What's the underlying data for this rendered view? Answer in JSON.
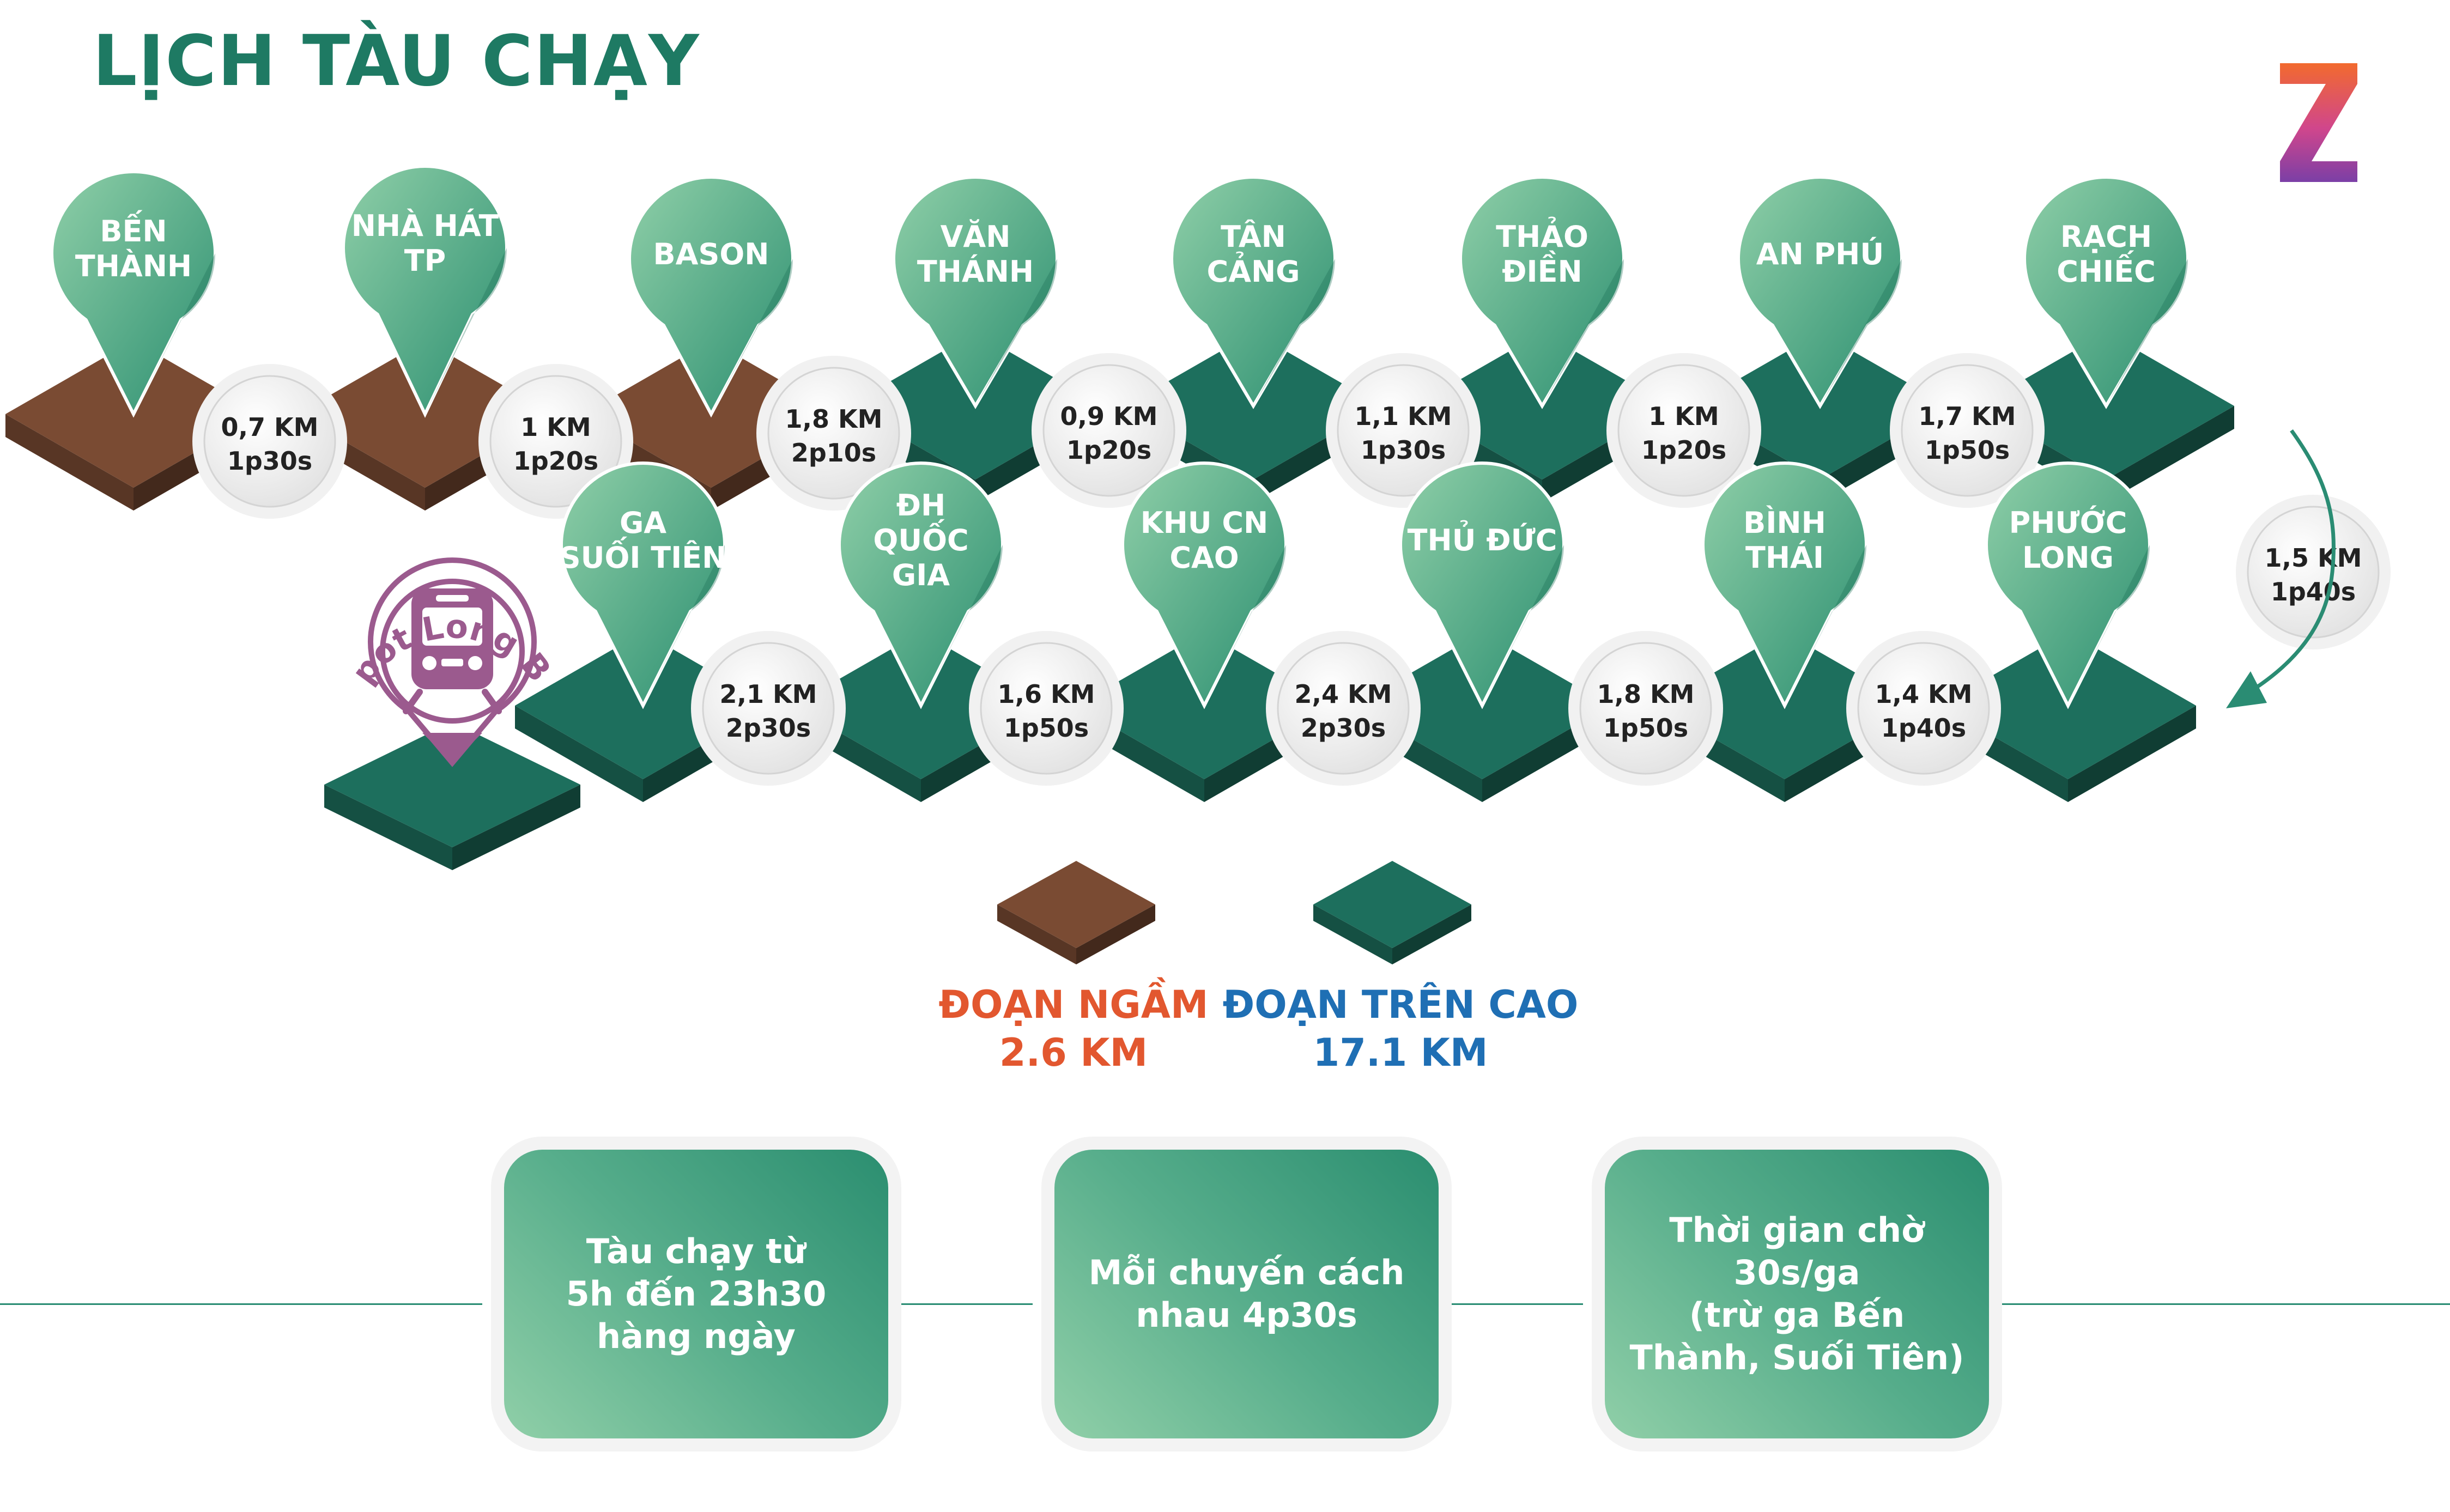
{
  "title": "LỊCH TÀU CHẠY",
  "colors": {
    "title": "#1e7a63",
    "underground": "#7a4b33",
    "elevated": "#1d6f5d",
    "marker_light": "#8fcfa8",
    "marker_dark": "#2b8e70",
    "depot": "#9b5a8e",
    "legend_underground": "#e2572f",
    "legend_elevated": "#1f6fb4"
  },
  "stations": [
    {
      "label": [
        "BẾN",
        "THÀNH"
      ],
      "type": "underground"
    },
    {
      "label": [
        "NHÀ HÁT",
        "TP"
      ],
      "type": "underground"
    },
    {
      "label": [
        "BASON"
      ],
      "type": "underground"
    },
    {
      "label": [
        "VĂN",
        "THÁNH"
      ],
      "type": "elevated"
    },
    {
      "label": [
        "TÂN",
        "CẢNG"
      ],
      "type": "elevated"
    },
    {
      "label": [
        "THẢO",
        "ĐIỀN"
      ],
      "type": "elevated"
    },
    {
      "label": [
        "AN PHÚ"
      ],
      "type": "elevated"
    },
    {
      "label": [
        "RẠCH",
        "CHIẾC"
      ],
      "type": "elevated"
    },
    {
      "label": [
        "PHƯỚC",
        "LONG"
      ],
      "type": "elevated"
    },
    {
      "label": [
        "BÌNH",
        "THÁI"
      ],
      "type": "elevated"
    },
    {
      "label": [
        "THỦ ĐỨC"
      ],
      "type": "elevated"
    },
    {
      "label": [
        "KHU CN",
        "CAO"
      ],
      "type": "elevated"
    },
    {
      "label": [
        "ĐH",
        "QUỐC",
        "GIA"
      ],
      "type": "elevated"
    },
    {
      "label": [
        "GA",
        "SUỐI TIÊN"
      ],
      "type": "elevated"
    }
  ],
  "segments": [
    {
      "distance": "0,7 KM",
      "time": "1p30s"
    },
    {
      "distance": "1 KM",
      "time": "1p20s"
    },
    {
      "distance": "1,8 KM",
      "time": "2p10s"
    },
    {
      "distance": "0,9 KM",
      "time": "1p20s"
    },
    {
      "distance": "1,1 KM",
      "time": "1p30s"
    },
    {
      "distance": "1 KM",
      "time": "1p20s"
    },
    {
      "distance": "1,7 KM",
      "time": "1p50s"
    },
    {
      "distance": "1,5 KM",
      "time": "1p40s"
    },
    {
      "distance": "1,4 KM",
      "time": "1p40s"
    },
    {
      "distance": "1,8 KM",
      "time": "1p50s"
    },
    {
      "distance": "2,4 KM",
      "time": "2p30s"
    },
    {
      "distance": "1,6 KM",
      "time": "1p50s"
    },
    {
      "distance": "2,1 KM",
      "time": "2p30s"
    }
  ],
  "depot": {
    "label": "Depot Long Bình"
  },
  "legend": {
    "underground": {
      "name": "ĐOẠN NGẦM",
      "length": "2.6 KM"
    },
    "elevated": {
      "name": "ĐOẠN TRÊN CAO",
      "length": "17.1 KM"
    }
  },
  "info_boxes": [
    {
      "lines": [
        "Tàu chạy từ",
        "5h đến 23h30",
        "hàng ngày"
      ]
    },
    {
      "lines": [
        "Mỗi chuyến cách",
        "nhau 4p30s"
      ]
    },
    {
      "lines": [
        "Thời gian chờ",
        "30s/ga",
        "(trừ ga Bến",
        "Thành, Suối Tiên)"
      ]
    }
  ],
  "logo": {
    "letter": "Z"
  }
}
